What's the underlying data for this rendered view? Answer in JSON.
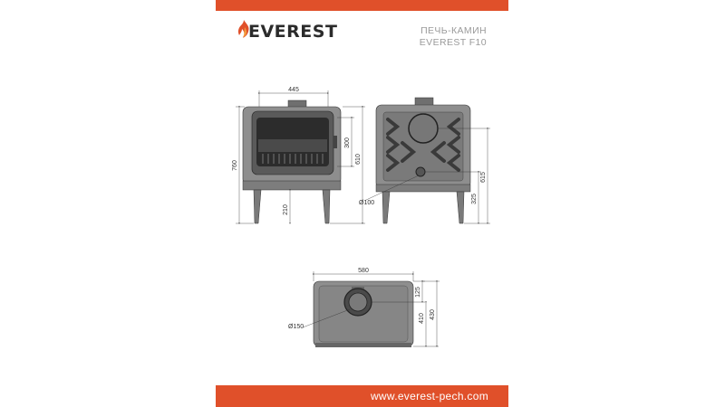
{
  "brand": {
    "logo_text": "EVEREST",
    "accent_color": "#e0502a"
  },
  "header": {
    "title_line1": "ПЕЧЬ-КАМИН",
    "title_line2": "EVEREST F10"
  },
  "footer": {
    "url": "www.everest-pech.com"
  },
  "dimensions": {
    "front_width": "445",
    "front_height": "760",
    "door_height": "300",
    "door_center": "610",
    "leg_height": "210",
    "flue_diameter_front": "Ø100",
    "side_height": "615",
    "side_vent_height": "325",
    "top_width": "580",
    "top_flue_offset": "125",
    "top_flue_center": "410",
    "top_depth": "430",
    "top_flue_diameter": "Ø150"
  }
}
